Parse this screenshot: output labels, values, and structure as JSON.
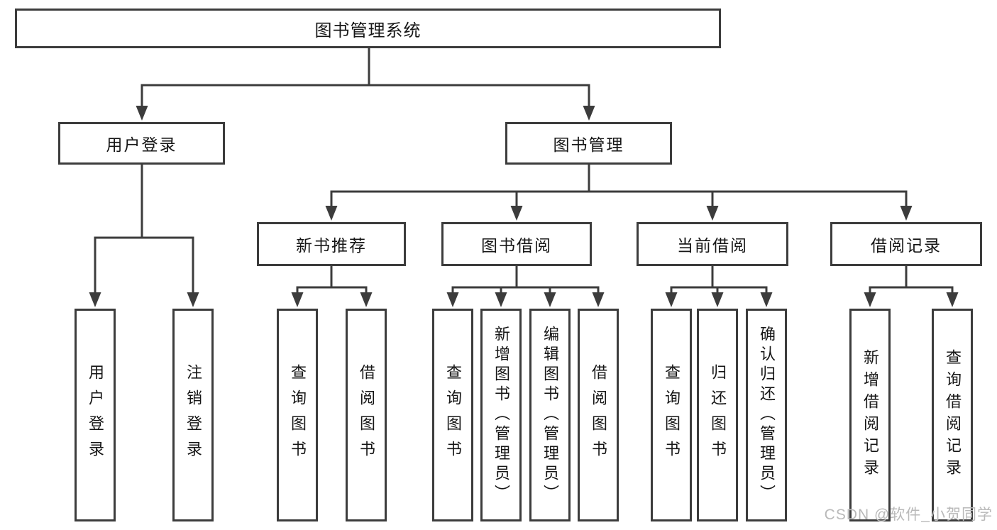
{
  "colors": {
    "line": "#3c3c3c",
    "text": "#161616",
    "box_border": "#3c3c3c",
    "box_fill": "#ffffff",
    "watermark": "#b9b9b9",
    "background": "#ffffff"
  },
  "watermark": {
    "text": "CSDN @软件_小贺同学"
  },
  "tree": {
    "label": "图书管理系统",
    "children": [
      {
        "label": "用户登录",
        "children": [
          {
            "label": "用户登录"
          },
          {
            "label": "注销登录"
          }
        ]
      },
      {
        "label": "图书管理",
        "children": [
          {
            "label": "新书推荐",
            "children": [
              {
                "label": "查询图书"
              },
              {
                "label": "借阅图书"
              }
            ]
          },
          {
            "label": "图书借阅",
            "children": [
              {
                "label": "查询图书"
              },
              {
                "label": "新增图书（管理员）"
              },
              {
                "label": "编辑图书（管理员）"
              },
              {
                "label": "借阅图书"
              }
            ]
          },
          {
            "label": "当前借阅",
            "children": [
              {
                "label": "查询图书"
              },
              {
                "label": "归还图书"
              },
              {
                "label": "确认归还（管理员）"
              }
            ]
          },
          {
            "label": "借阅记录",
            "children": [
              {
                "label": "新增借阅记录"
              },
              {
                "label": "查询借阅记录"
              }
            ]
          }
        ]
      }
    ]
  }
}
